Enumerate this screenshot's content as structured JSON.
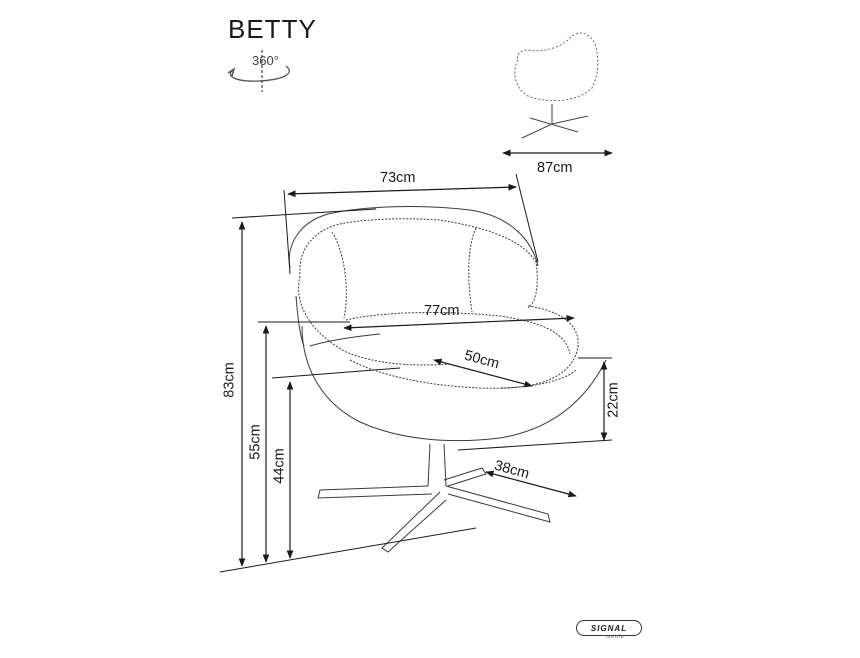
{
  "product": {
    "name": "BETTY"
  },
  "rotation_badge": {
    "label": "360°",
    "icon": "rotation-360-icon"
  },
  "dimensions": {
    "back_width": "73cm",
    "overall_width": "87cm",
    "seat_width": "77cm",
    "seat_depth": "50cm",
    "armrest_height": "22cm",
    "base_radius": "38cm",
    "total_height": "83cm",
    "armrest_floor_height": "55cm",
    "seat_height": "44cm"
  },
  "brand": {
    "name": "SIGNAL",
    "sub": "meble"
  },
  "colors": {
    "line": "#1a1a1a",
    "sketch": "#3a3a3a",
    "background": "#ffffff"
  }
}
